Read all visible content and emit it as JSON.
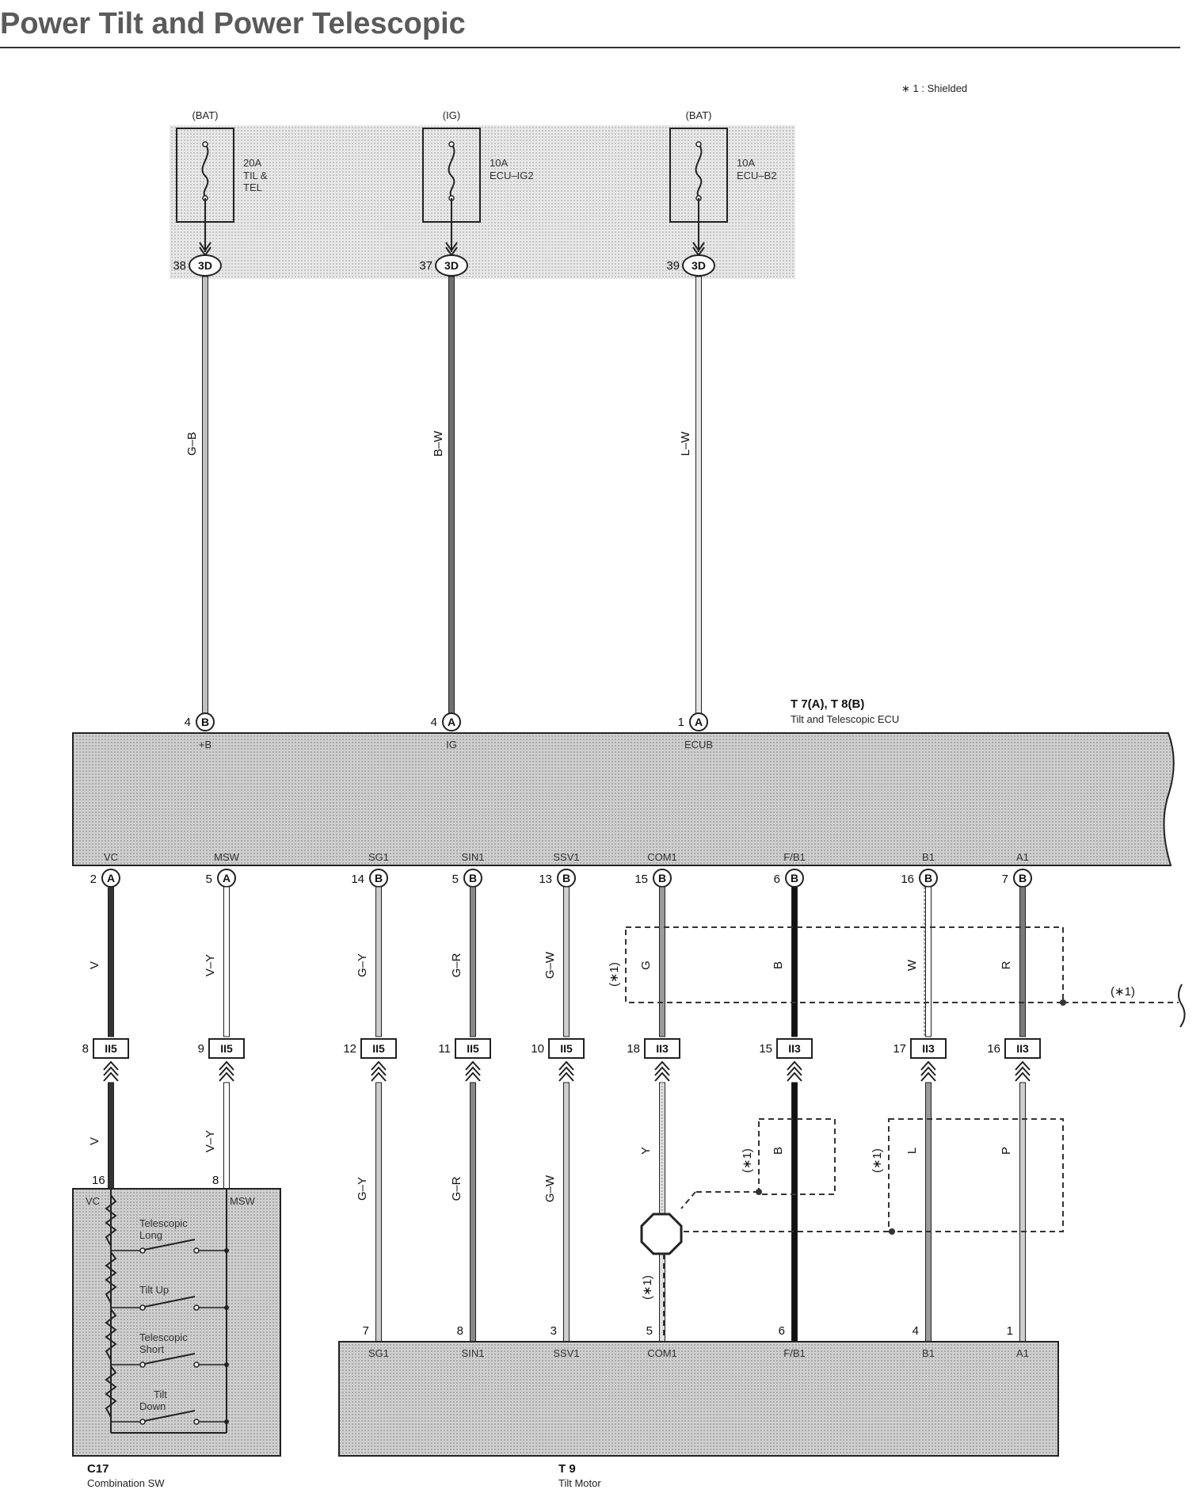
{
  "title": "Power Tilt and Power Telescopic",
  "shield_note": "∗ 1 : Shielded",
  "fuses": [
    {
      "source": "(BAT)",
      "rating": "20A",
      "name_lines": [
        "TIL &",
        "TEL"
      ],
      "pin": "38",
      "connector": "3D",
      "wire": "G–B"
    },
    {
      "source": "(IG)",
      "rating": "10A",
      "name_lines": [
        "ECU–IG2"
      ],
      "pin": "37",
      "connector": "3D",
      "wire": "B–W"
    },
    {
      "source": "(BAT)",
      "rating": "10A",
      "name_lines": [
        "ECU–B2"
      ],
      "pin": "39",
      "connector": "3D",
      "wire": "L–W"
    }
  ],
  "ecu": {
    "code": "T 7(A), T 8(B)",
    "name": "Tilt and Telescopic ECU",
    "top_pins": [
      {
        "pin": "4",
        "conn": "B",
        "term": "+B"
      },
      {
        "pin": "4",
        "conn": "A",
        "term": "IG"
      },
      {
        "pin": "1",
        "conn": "A",
        "term": "ECUB"
      }
    ],
    "bottom_pins": [
      {
        "pin": "2",
        "conn": "A",
        "term": "VC",
        "wire": "V"
      },
      {
        "pin": "5",
        "conn": "A",
        "term": "MSW",
        "wire": "V–Y"
      },
      {
        "pin": "14",
        "conn": "B",
        "term": "SG1",
        "wire": "G–Y"
      },
      {
        "pin": "5",
        "conn": "B",
        "term": "SIN1",
        "wire": "G–R"
      },
      {
        "pin": "13",
        "conn": "B",
        "term": "SSV1",
        "wire": "G–W"
      },
      {
        "pin": "15",
        "conn": "B",
        "term": "COM1",
        "wire": "G"
      },
      {
        "pin": "6",
        "conn": "B",
        "term": "F/B1",
        "wire": "B"
      },
      {
        "pin": "16",
        "conn": "B",
        "term": "B1",
        "wire": "W"
      },
      {
        "pin": "7",
        "conn": "B",
        "term": "A1",
        "wire": "R"
      }
    ]
  },
  "junctions": [
    {
      "pin": "8",
      "id": "II5",
      "wire_below": "V"
    },
    {
      "pin": "9",
      "id": "II5",
      "wire_below": "V–Y"
    },
    {
      "pin": "12",
      "id": "II5",
      "wire_below": "G–Y"
    },
    {
      "pin": "11",
      "id": "II5",
      "wire_below": "G–R"
    },
    {
      "pin": "10",
      "id": "II5",
      "wire_below": "G–W"
    },
    {
      "pin": "18",
      "id": "II3",
      "wire_below": "Y"
    },
    {
      "pin": "15",
      "id": "II3",
      "wire_below": "B"
    },
    {
      "pin": "17",
      "id": "II3",
      "wire_below": "L"
    },
    {
      "pin": "16",
      "id": "II3",
      "wire_below": "P"
    }
  ],
  "shield_labels": {
    "upper_left": "(∗1)",
    "upper_right": "(∗1)",
    "lower_b": "(∗1)",
    "lower_lp": "(∗1)",
    "lower_com": "(∗1)"
  },
  "combination_sw": {
    "code": "C17",
    "name": "Combination SW",
    "pins": [
      "16",
      "8"
    ],
    "terms": [
      "VC",
      "MSW"
    ],
    "switches": [
      [
        "Telescopic",
        "Long"
      ],
      [
        "Tilt Up"
      ],
      [
        "Telescopic",
        "Short"
      ],
      [
        "Tilt",
        "Down"
      ]
    ]
  },
  "tilt_motor": {
    "code": "T 9",
    "name": "Tilt Motor",
    "pins": [
      "7",
      "8",
      "3",
      "5",
      "6",
      "4",
      "1"
    ],
    "terms": [
      "SG1",
      "SIN1",
      "SSV1",
      "COM1",
      "F/B1",
      "B1",
      "A1"
    ]
  }
}
